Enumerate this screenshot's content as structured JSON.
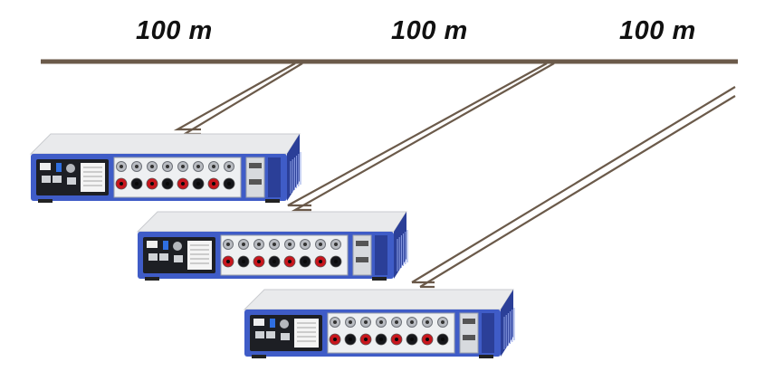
{
  "distance_labels": [
    "100 m",
    "100 m",
    "100 m"
  ],
  "colors": {
    "cable": "#6b5a4a",
    "device_blue": "#3f5cc7",
    "device_blue_dark": "#2b3f98",
    "device_top": "#e9eaec",
    "panel_dark": "#1d1f24",
    "jack_red": "#c8161d",
    "jack_black": "#15161a",
    "bnc_metal": "#b9bcc2"
  },
  "devices": [
    {
      "icon": "data-acquisition-device-icon"
    },
    {
      "icon": "data-acquisition-device-icon"
    },
    {
      "icon": "data-acquisition-device-icon"
    }
  ]
}
